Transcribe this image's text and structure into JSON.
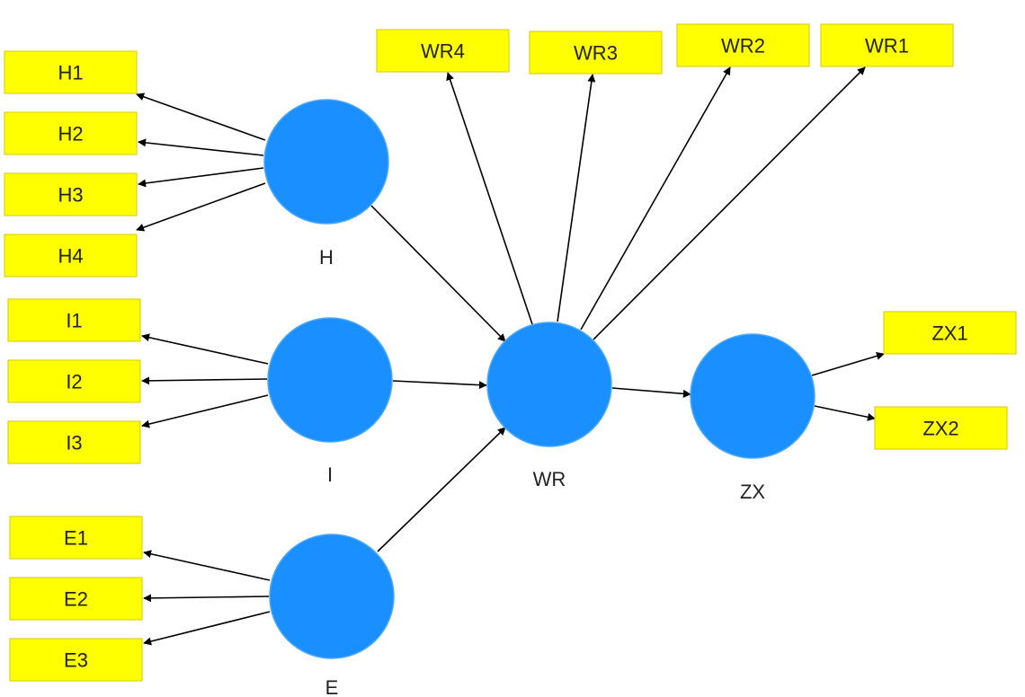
{
  "diagram": {
    "constructs": [
      {
        "id": "H",
        "label": "H"
      },
      {
        "id": "I",
        "label": "I"
      },
      {
        "id": "E",
        "label": "E"
      },
      {
        "id": "WR",
        "label": "WR"
      },
      {
        "id": "ZX",
        "label": "ZX"
      }
    ],
    "indicators": [
      {
        "id": "H1",
        "label": "H1",
        "construct": "H"
      },
      {
        "id": "H2",
        "label": "H2",
        "construct": "H"
      },
      {
        "id": "H3",
        "label": "H3",
        "construct": "H"
      },
      {
        "id": "H4",
        "label": "H4",
        "construct": "H"
      },
      {
        "id": "I1",
        "label": "I1",
        "construct": "I"
      },
      {
        "id": "I2",
        "label": "I2",
        "construct": "I"
      },
      {
        "id": "I3",
        "label": "I3",
        "construct": "I"
      },
      {
        "id": "E1",
        "label": "E1",
        "construct": "E"
      },
      {
        "id": "E2",
        "label": "E2",
        "construct": "E"
      },
      {
        "id": "E3",
        "label": "E3",
        "construct": "E"
      },
      {
        "id": "WR4",
        "label": "WR4",
        "construct": "WR"
      },
      {
        "id": "WR3",
        "label": "WR3",
        "construct": "WR"
      },
      {
        "id": "WR2",
        "label": "WR2",
        "construct": "WR"
      },
      {
        "id": "WR1",
        "label": "WR1",
        "construct": "WR"
      },
      {
        "id": "ZX1",
        "label": "ZX1",
        "construct": "ZX"
      },
      {
        "id": "ZX2",
        "label": "ZX2",
        "construct": "ZX"
      }
    ],
    "paths": [
      {
        "from": "H",
        "to": "WR"
      },
      {
        "from": "I",
        "to": "WR"
      },
      {
        "from": "E",
        "to": "WR"
      },
      {
        "from": "WR",
        "to": "ZX"
      }
    ],
    "colors": {
      "construct_fill": "#1a8fff",
      "indicator_fill": "#ffff00",
      "arrow": "#000000"
    }
  }
}
